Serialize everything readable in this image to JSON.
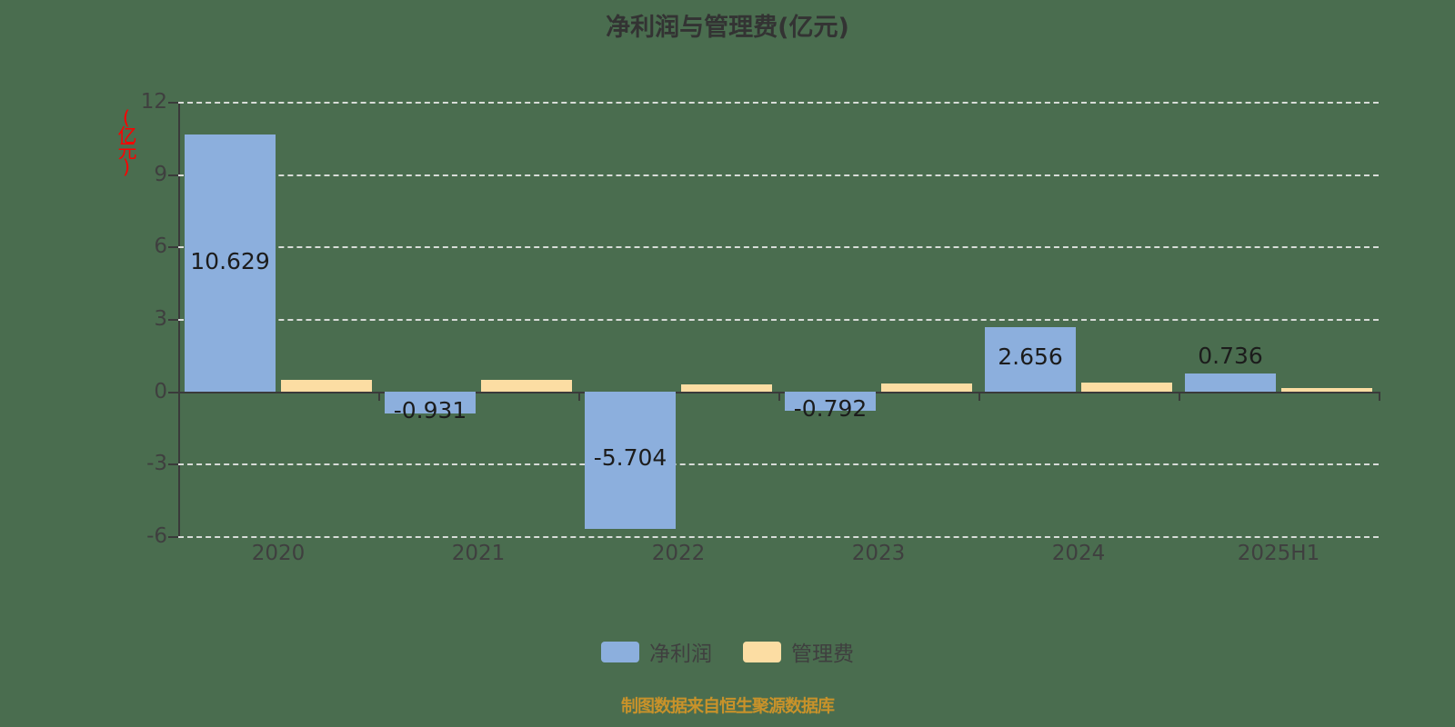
{
  "chart_data": {
    "type": "bar",
    "title": "净利润与管理费(亿元)",
    "xlabel": "",
    "ylabel": "(亿元)",
    "categories": [
      "2020",
      "2021",
      "2022",
      "2023",
      "2024",
      "2025H1"
    ],
    "series": [
      {
        "name": "净利润",
        "color": "#8cafdd",
        "values": [
          10.629,
          -0.931,
          -5.704,
          -0.792,
          2.656,
          0.736
        ],
        "labels": [
          "10.629",
          "-0.931",
          "-5.704",
          "-0.792",
          "2.656",
          "0.736"
        ]
      },
      {
        "name": "管理费",
        "color": "#fcdda3",
        "values": [
          0.47,
          0.48,
          0.3,
          0.31,
          0.38,
          0.15
        ],
        "labels": [
          "",
          "",
          "",
          "",
          "",
          ""
        ]
      }
    ],
    "yticks": [
      12,
      9,
      6,
      3,
      0,
      -3,
      -6
    ],
    "yticklabels": [
      "12",
      "9",
      "6",
      "3",
      "0",
      "-3",
      "-6"
    ],
    "ylim": [
      -6,
      12
    ],
    "grid": true,
    "legend_position": "bottom"
  },
  "legend": {
    "items": [
      {
        "label": "净利润",
        "color": "#8cafdd"
      },
      {
        "label": "管理费",
        "color": "#fcdda3"
      }
    ]
  },
  "footer": {
    "watermark": "制图数据来自恒生聚源数据库"
  },
  "colors": {
    "background": "#4a6d4f",
    "axis": "#3a3a3a",
    "grid": "#d8dcd8",
    "text": "#3f3f3f",
    "title": "#333333",
    "unit_label": "#ff0000",
    "watermark": "#c8922a",
    "series_net_profit": "#8cafdd",
    "series_admin_fee": "#fcdda3"
  }
}
